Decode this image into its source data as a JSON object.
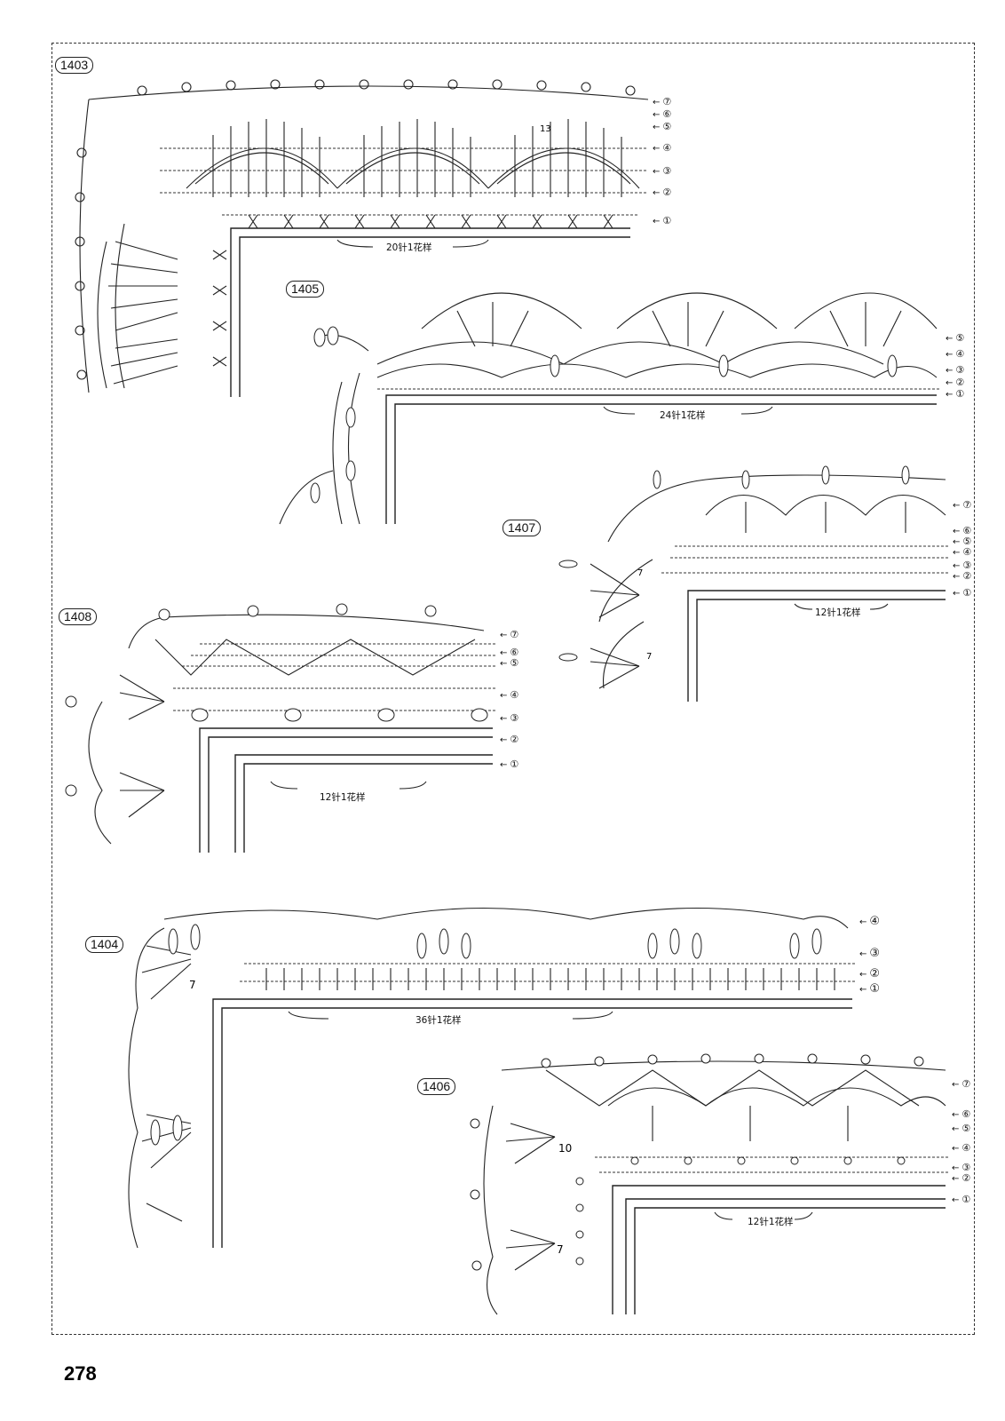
{
  "page": {
    "number": "278"
  },
  "patterns": [
    {
      "id": "1403",
      "repeat": "20针1花样",
      "rows": [
        "⑦",
        "⑥",
        "⑤",
        "④",
        "③",
        "②",
        "①"
      ]
    },
    {
      "id": "1405",
      "repeat": "24针1花样",
      "rows": [
        "⑤",
        "④",
        "③",
        "②",
        "①"
      ]
    },
    {
      "id": "1407",
      "repeat": "12针1花样",
      "rows": [
        "⑦",
        "⑥",
        "⑤",
        "④",
        "③",
        "②",
        "①"
      ]
    },
    {
      "id": "1408",
      "repeat": "12针1花样",
      "rows": [
        "⑦",
        "⑥",
        "⑤",
        "④",
        "③",
        "②",
        "①"
      ]
    },
    {
      "id": "1404",
      "repeat": "36针1花样",
      "rows": [
        "④",
        "③",
        "②",
        "①"
      ]
    },
    {
      "id": "1406",
      "repeat": "12针1花样",
      "rows": [
        "⑦",
        "⑥",
        "⑤",
        "④",
        "③",
        "②",
        "①"
      ]
    }
  ],
  "corner_counts": {
    "p1403": "13",
    "p1407a": "7",
    "p1407b": "7",
    "p1404": "7",
    "p1406a": "10",
    "p1406b": "7"
  }
}
